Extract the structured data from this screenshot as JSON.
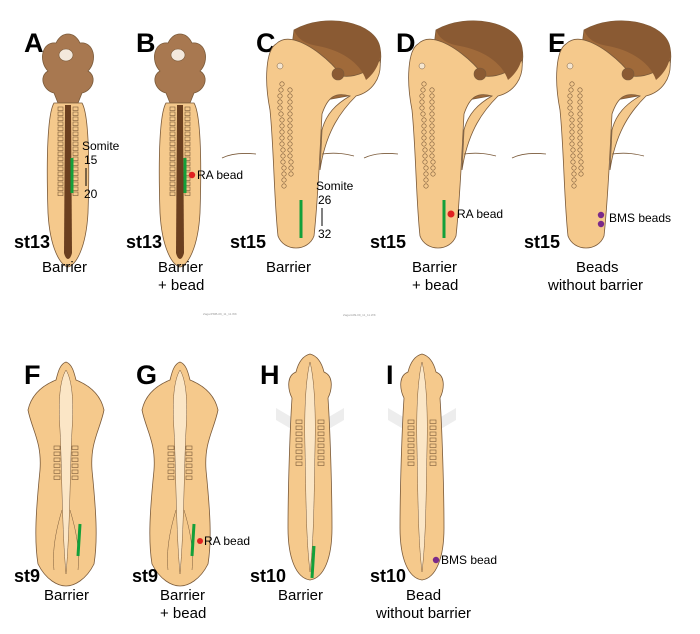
{
  "colors": {
    "embryo_fill": "#f5c98c",
    "embryo_dark": "#e2a766",
    "head": "#a87850",
    "head_dark": "#7f5531",
    "outline": "#7a5a3a",
    "barrier": "#13a03a",
    "ra_bead": "#e02020",
    "bms_bead": "#7a2a8a"
  },
  "panels": [
    {
      "letter": "A",
      "stage": "st13",
      "caption": [
        "Barrier"
      ],
      "annotation": "",
      "somite_label": "Somite",
      "somite_top": "15",
      "somite_bottom": "20"
    },
    {
      "letter": "B",
      "stage": "st13",
      "caption": [
        "Barrier",
        "+ bead"
      ],
      "annotation": "RA bead"
    },
    {
      "letter": "C",
      "stage": "st15",
      "caption": [
        "Barrier"
      ],
      "somite_label": "Somite",
      "somite_top": "26",
      "somite_bottom": "32"
    },
    {
      "letter": "D",
      "stage": "st15",
      "caption": [
        "Barrier",
        "+ bead"
      ],
      "annotation": "RA bead"
    },
    {
      "letter": "E",
      "stage": "st15",
      "caption": [
        "Beads",
        "without barrier"
      ],
      "annotation": "BMS beads"
    },
    {
      "letter": "F",
      "stage": "st9",
      "caption": [
        "Barrier"
      ]
    },
    {
      "letter": "G",
      "stage": "st9",
      "caption": [
        "Barrier",
        "+ bead"
      ],
      "annotation": "RA bead"
    },
    {
      "letter": "H",
      "stage": "st10",
      "caption": [
        "Barrier"
      ]
    },
    {
      "letter": "I",
      "stage": "st10",
      "caption": [
        "Bead",
        "without barrier"
      ],
      "annotation": "BMS bead"
    }
  ],
  "filenames": [
    "ZagarPMB-09_11_11.WK",
    "ZagarA09-09_11_11.WK"
  ]
}
